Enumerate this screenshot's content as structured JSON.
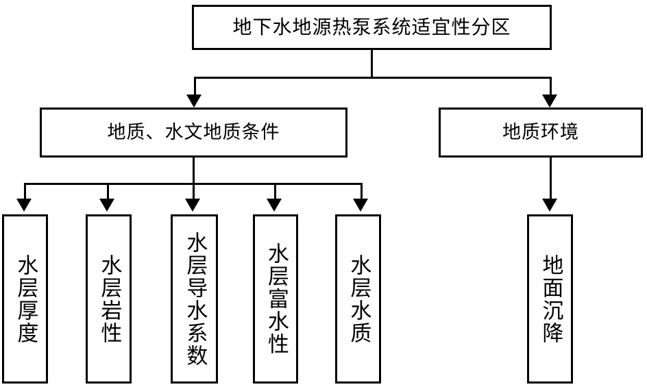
{
  "diagram": {
    "type": "hierarchy-tree",
    "title": "地下水地源热泵系统适宜性分区",
    "levels": [
      {
        "level": 1,
        "nodes": [
          {
            "id": "root",
            "label": "地下水地源热泵系统适宜性分区",
            "orientation": "horizontal"
          }
        ]
      },
      {
        "level": 2,
        "nodes": [
          {
            "id": "geo-hydro",
            "label": "地质、水文地质条件",
            "orientation": "horizontal"
          },
          {
            "id": "geo-env",
            "label": "地质环境",
            "orientation": "horizontal"
          }
        ]
      },
      {
        "level": 3,
        "nodes": [
          {
            "id": "leaf-1",
            "label": "水层厚度",
            "orientation": "vertical"
          },
          {
            "id": "leaf-2",
            "label": "水层岩性",
            "orientation": "vertical"
          },
          {
            "id": "leaf-3",
            "label": "水层导水系数",
            "orientation": "vertical"
          },
          {
            "id": "leaf-4",
            "label": "水层富水性",
            "orientation": "vertical"
          },
          {
            "id": "leaf-5",
            "label": "水层水质",
            "orientation": "vertical"
          },
          {
            "id": "leaf-6",
            "label": "地面沉降",
            "orientation": "vertical"
          }
        ]
      }
    ],
    "edges": [
      {
        "from": "root",
        "to": "geo-hydro"
      },
      {
        "from": "root",
        "to": "geo-env"
      },
      {
        "from": "geo-hydro",
        "to": "leaf-1"
      },
      {
        "from": "geo-hydro",
        "to": "leaf-2"
      },
      {
        "from": "geo-hydro",
        "to": "leaf-3"
      },
      {
        "from": "geo-hydro",
        "to": "leaf-4"
      },
      {
        "from": "geo-hydro",
        "to": "leaf-5"
      },
      {
        "from": "geo-env",
        "to": "leaf-6"
      }
    ],
    "colors": {
      "stroke": "#000000",
      "fill": "#ffffff",
      "text": "#000000"
    }
  }
}
